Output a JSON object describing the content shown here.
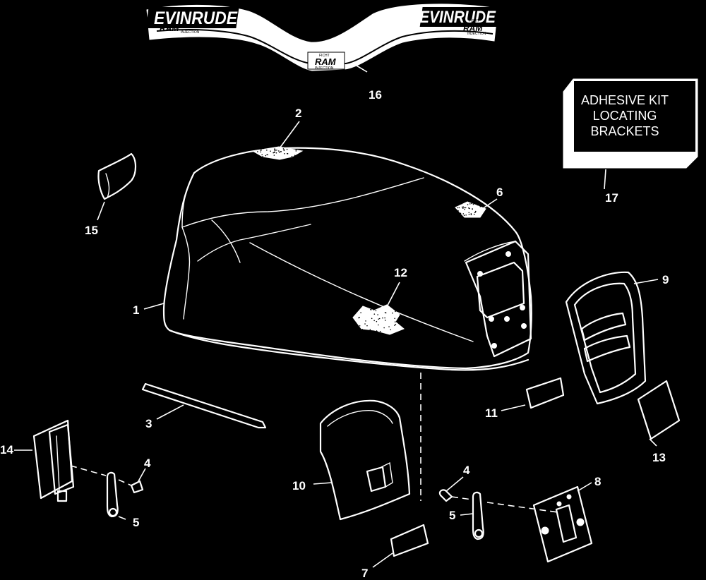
{
  "decal_text": {
    "brand": "EVINRUDE",
    "line_small": "FICHT",
    "line_ram": "RAM",
    "line_injection": "INJECTION"
  },
  "kit_box": {
    "lines": [
      "ADHESIVE KIT",
      "LOCATING",
      "BRACKETS"
    ]
  },
  "callouts": [
    "1",
    "2",
    "3",
    "4",
    "4",
    "5",
    "5",
    "6",
    "7",
    "8",
    "9",
    "10",
    "11",
    "12",
    "13",
    "14",
    "15",
    "16",
    "17"
  ]
}
